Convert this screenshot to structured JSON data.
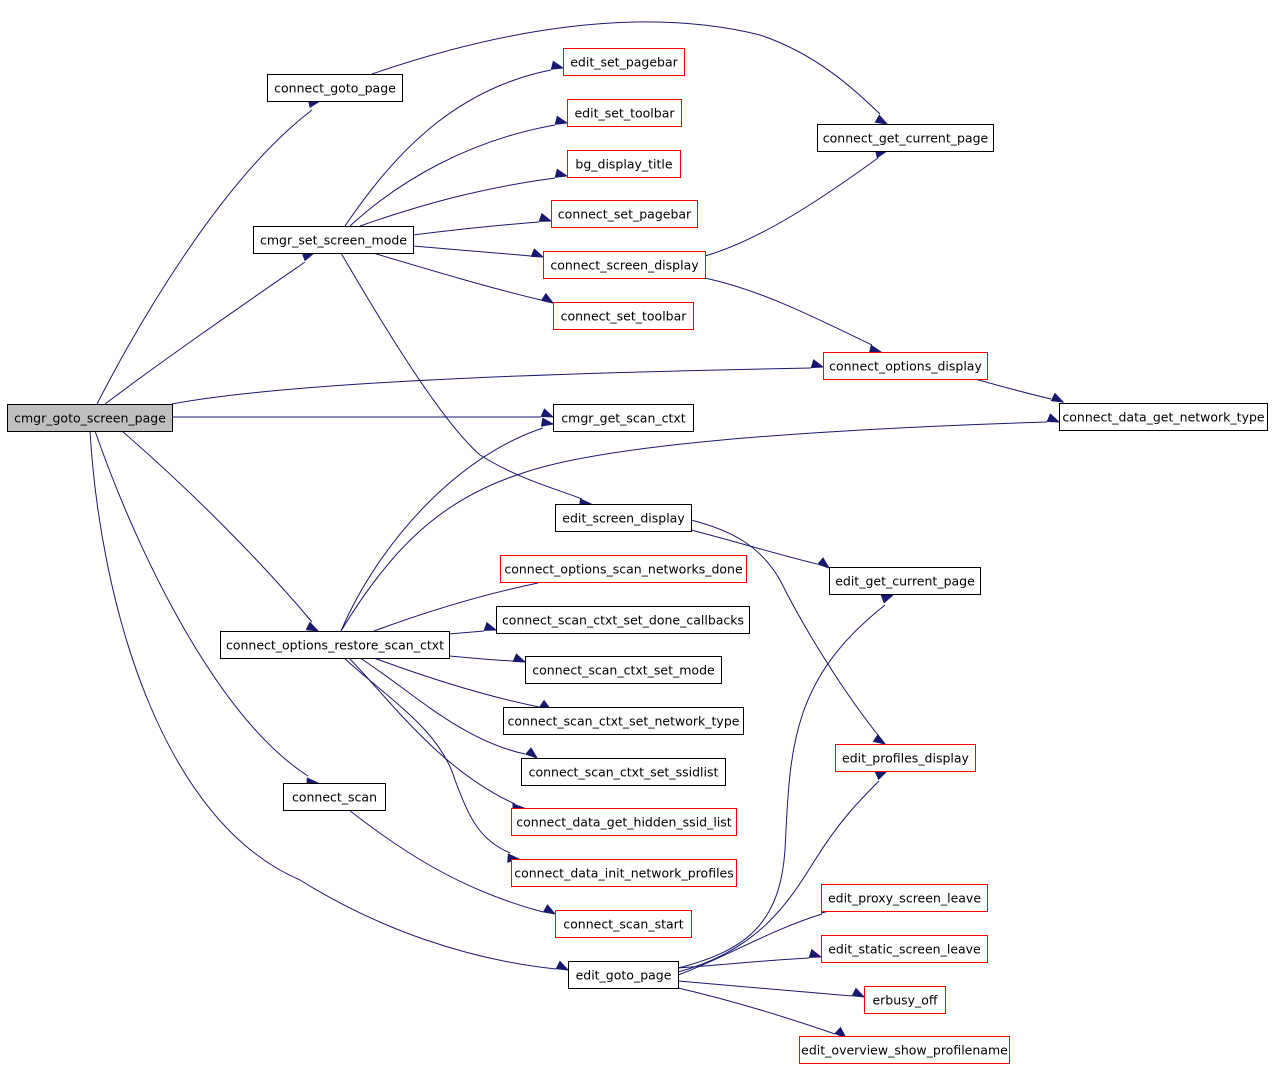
{
  "colors": {
    "edge": "#191970",
    "border_normal": "#000000",
    "border_external": "#ff0000",
    "fill_root": "#bfbfbf",
    "fill_normal": "#ffffff"
  },
  "nodes": {
    "cmgr_goto_screen_page": {
      "label": "cmgr_goto_screen_page",
      "style": "root"
    },
    "connect_goto_page": {
      "label": "connect_goto_page",
      "style": "normal"
    },
    "cmgr_set_screen_mode": {
      "label": "cmgr_set_screen_mode",
      "style": "normal"
    },
    "connect_options_restore_scan_ctxt": {
      "label": "connect_options_restore_scan_ctxt",
      "style": "normal"
    },
    "connect_scan": {
      "label": "connect_scan",
      "style": "normal"
    },
    "edit_set_pagebar": {
      "label": "edit_set_pagebar",
      "style": "external"
    },
    "edit_set_toolbar": {
      "label": "edit_set_toolbar",
      "style": "external"
    },
    "bg_display_title": {
      "label": "bg_display_title",
      "style": "external"
    },
    "connect_set_pagebar": {
      "label": "connect_set_pagebar",
      "style": "external"
    },
    "connect_screen_display": {
      "label": "connect_screen_display",
      "style": "external"
    },
    "connect_set_toolbar": {
      "label": "connect_set_toolbar",
      "style": "external"
    },
    "cmgr_get_scan_ctxt": {
      "label": "cmgr_get_scan_ctxt",
      "style": "normal"
    },
    "edit_screen_display": {
      "label": "edit_screen_display",
      "style": "normal"
    },
    "connect_options_scan_networks_done": {
      "label": "connect_options_scan_networks_done",
      "style": "external"
    },
    "connect_scan_ctxt_set_done_callbacks": {
      "label": "connect_scan_ctxt_set_done_callbacks",
      "style": "normal"
    },
    "connect_scan_ctxt_set_mode": {
      "label": "connect_scan_ctxt_set_mode",
      "style": "normal"
    },
    "connect_scan_ctxt_set_network_type": {
      "label": "connect_scan_ctxt_set_network_type",
      "style": "normal"
    },
    "connect_scan_ctxt_set_ssidlist": {
      "label": "connect_scan_ctxt_set_ssidlist",
      "style": "normal"
    },
    "connect_data_get_hidden_ssid_list": {
      "label": "connect_data_get_hidden_ssid_list",
      "style": "external"
    },
    "connect_data_init_network_profiles": {
      "label": "connect_data_init_network_profiles",
      "style": "external"
    },
    "connect_scan_start": {
      "label": "connect_scan_start",
      "style": "external"
    },
    "edit_goto_page": {
      "label": "edit_goto_page",
      "style": "normal"
    },
    "connect_get_current_page": {
      "label": "connect_get_current_page",
      "style": "normal"
    },
    "connect_options_display": {
      "label": "connect_options_display",
      "style": "external"
    },
    "connect_data_get_network_type": {
      "label": "connect_data_get_network_type",
      "style": "normal"
    },
    "edit_get_current_page": {
      "label": "edit_get_current_page",
      "style": "normal"
    },
    "edit_profiles_display": {
      "label": "edit_profiles_display",
      "style": "external"
    },
    "edit_proxy_screen_leave": {
      "label": "edit_proxy_screen_leave",
      "style": "external"
    },
    "edit_static_screen_leave": {
      "label": "edit_static_screen_leave",
      "style": "external"
    },
    "erbusy_off": {
      "label": "erbusy_off",
      "style": "external"
    },
    "edit_overview_show_profilename": {
      "label": "edit_overview_show_profilename",
      "style": "external"
    }
  },
  "edges": [
    [
      "cmgr_goto_screen_page",
      "connect_goto_page"
    ],
    [
      "cmgr_goto_screen_page",
      "cmgr_set_screen_mode"
    ],
    [
      "cmgr_goto_screen_page",
      "connect_options_display"
    ],
    [
      "cmgr_goto_screen_page",
      "cmgr_get_scan_ctxt"
    ],
    [
      "cmgr_goto_screen_page",
      "connect_options_restore_scan_ctxt"
    ],
    [
      "cmgr_goto_screen_page",
      "connect_scan"
    ],
    [
      "cmgr_goto_screen_page",
      "edit_goto_page"
    ],
    [
      "connect_goto_page",
      "connect_get_current_page"
    ],
    [
      "cmgr_set_screen_mode",
      "edit_set_pagebar"
    ],
    [
      "cmgr_set_screen_mode",
      "edit_set_toolbar"
    ],
    [
      "cmgr_set_screen_mode",
      "bg_display_title"
    ],
    [
      "cmgr_set_screen_mode",
      "connect_set_pagebar"
    ],
    [
      "cmgr_set_screen_mode",
      "connect_screen_display"
    ],
    [
      "cmgr_set_screen_mode",
      "connect_set_toolbar"
    ],
    [
      "cmgr_set_screen_mode",
      "edit_screen_display"
    ],
    [
      "connect_screen_display",
      "connect_get_current_page"
    ],
    [
      "connect_screen_display",
      "connect_options_display"
    ],
    [
      "connect_options_display",
      "connect_data_get_network_type"
    ],
    [
      "connect_options_restore_scan_ctxt",
      "cmgr_get_scan_ctxt"
    ],
    [
      "connect_options_restore_scan_ctxt",
      "connect_data_get_network_type"
    ],
    [
      "connect_options_restore_scan_ctxt",
      "connect_options_scan_networks_done"
    ],
    [
      "connect_options_restore_scan_ctxt",
      "connect_scan_ctxt_set_done_callbacks"
    ],
    [
      "connect_options_restore_scan_ctxt",
      "connect_scan_ctxt_set_mode"
    ],
    [
      "connect_options_restore_scan_ctxt",
      "connect_scan_ctxt_set_network_type"
    ],
    [
      "connect_options_restore_scan_ctxt",
      "connect_scan_ctxt_set_ssidlist"
    ],
    [
      "connect_options_restore_scan_ctxt",
      "connect_data_get_hidden_ssid_list"
    ],
    [
      "connect_options_restore_scan_ctxt",
      "connect_data_init_network_profiles"
    ],
    [
      "connect_scan",
      "connect_scan_start"
    ],
    [
      "edit_screen_display",
      "edit_get_current_page"
    ],
    [
      "edit_screen_display",
      "edit_profiles_display"
    ],
    [
      "edit_goto_page",
      "edit_get_current_page"
    ],
    [
      "edit_goto_page",
      "edit_profiles_display"
    ],
    [
      "edit_goto_page",
      "edit_proxy_screen_leave"
    ],
    [
      "edit_goto_page",
      "edit_static_screen_leave"
    ],
    [
      "edit_goto_page",
      "erbusy_off"
    ],
    [
      "edit_goto_page",
      "edit_overview_show_profilename"
    ]
  ]
}
